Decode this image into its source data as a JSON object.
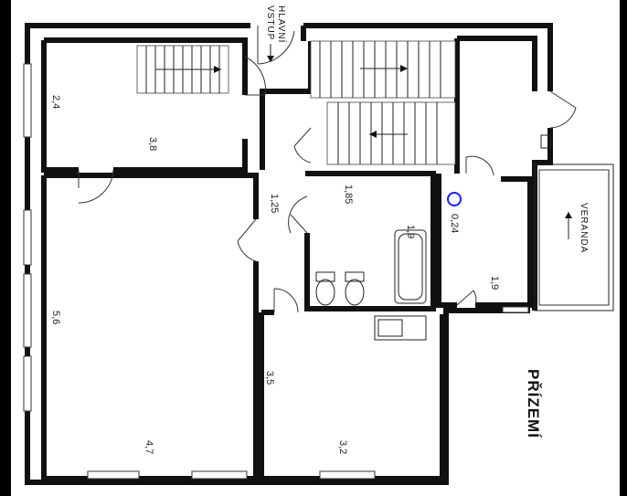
{
  "plan": {
    "title": "PŘÍZEMÍ",
    "entrance_label_line1": "HLAVNÍ",
    "entrance_label_line2": "VSTUP",
    "veranda_label": "VERANDA",
    "dimensions": {
      "top_left_room_side": "2,4",
      "top_left_room_bottom": "3,8",
      "corridor_width": "1,25",
      "bath_width": "1,85",
      "bath_depth": "1,9",
      "small_room": "0,24",
      "small_room_depth": "1,9",
      "big_room_side": "5,6",
      "big_room_bottom": "4,7",
      "kitchen_side": "3,5",
      "kitchen_bottom": "3,2"
    },
    "colors": {
      "background": "#000000",
      "paper": "#ffffff",
      "walls": "#111111",
      "marker": "#1a1aff"
    }
  }
}
